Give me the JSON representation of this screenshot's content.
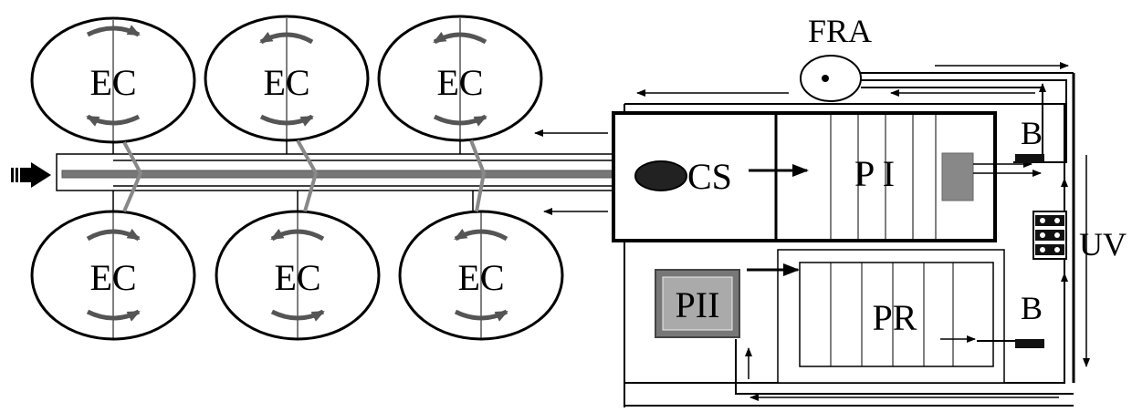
{
  "diagram": {
    "fra_label": "FRA",
    "cs_label": "CS",
    "pi_label": "P I",
    "pii_label": "PII",
    "pr_label": "PR",
    "b_top_label": "B",
    "b_bottom_label": "B",
    "uv_label": "UV",
    "ec_cells": [
      {
        "label": "EC"
      },
      {
        "label": "EC"
      },
      {
        "label": "EC"
      },
      {
        "label": "EC"
      },
      {
        "label": "EC"
      },
      {
        "label": "EC"
      }
    ]
  }
}
